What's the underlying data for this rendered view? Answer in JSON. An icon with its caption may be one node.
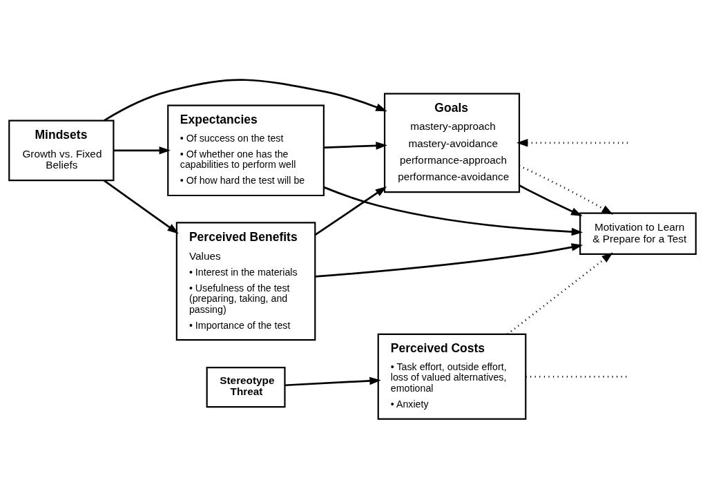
{
  "diagram": {
    "nodes": [
      {
        "text": [
          "Goals",
          "mastery-approach",
          "mastery-avoidance",
          "performance-approach",
          "performance-avoidance"
        ]
      },
      {
        "text": [
          "Expectancies",
          "• Of success on the test",
          "• Of whether one has the capabilities to perform well",
          "• Of how hard the test will be"
        ]
      },
      {
        "text": [
          "Mindsets",
          "Growth vs. Fixed Beliefs"
        ]
      },
      {
        "text": [
          "Motivation to Learn & Prepare for a Test"
        ]
      },
      {
        "text": [
          "Perceived Benefits",
          "Values",
          "• Interest in the materials",
          "• Usefulness of the test (preparing, taking, and passing)",
          "• Importance of the test"
        ]
      },
      {
        "text": [
          "Stereotype Threat"
        ]
      },
      {
        "text": [
          "Perceived Costs",
          "• Task effort, outside effort, loss of valued alternatives, emotional",
          "• Anxiety"
        ]
      }
    ],
    "edges": [
      {
        "from": 2,
        "to": 0,
        "arrow": "to"
      },
      {
        "from": 2,
        "to": 1,
        "arrow": "to"
      },
      {
        "from": 2,
        "to": 4,
        "arrow": "to"
      },
      {
        "from": 1,
        "to": 0,
        "arrow": "to"
      },
      {
        "from": 4,
        "to": 0,
        "arrow": "to"
      },
      {
        "from": 0,
        "to": 3,
        "arrow": "to"
      },
      {
        "from": 1,
        "to": 3,
        "arrow": "to"
      },
      {
        "from": 4,
        "to": 3,
        "arrow": "to"
      },
      {
        "from": 0,
        "to": 3,
        "arrow": "to",
        "style": "dashed"
      },
      {
        "from": null,
        "to": 0,
        "arrow": "to",
        "style": "dashed"
      },
      {
        "from": 6,
        "to": 3,
        "arrow": "to",
        "style": "dashed"
      },
      {
        "from": 5,
        "to": 6,
        "arrow": "to"
      },
      {
        "from": 6,
        "to": null,
        "arrow": "none",
        "style": "dashed"
      }
    ]
  }
}
